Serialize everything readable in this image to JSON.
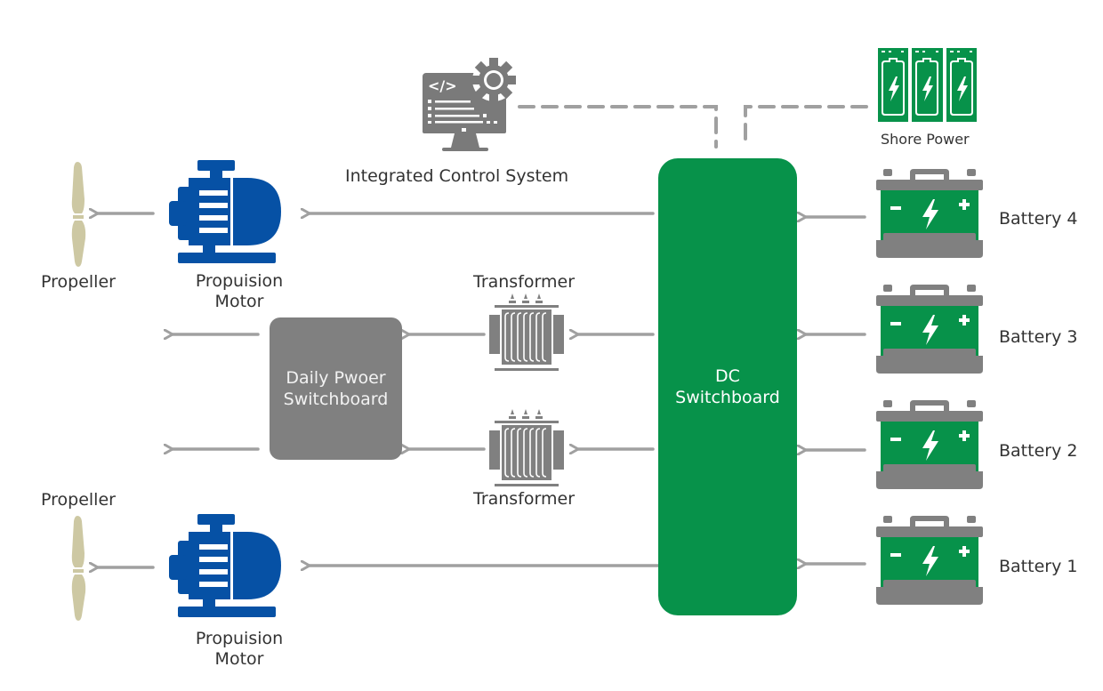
{
  "colors": {
    "dc_switchboard": "#07924a",
    "battery_green": "#07924a",
    "battery_gray": "#808080",
    "motor_blue": "#0651a5",
    "propeller": "#cdc8a3",
    "daily_switchboard": "#808080",
    "arrow": "#a0a0a0",
    "icon_gray": "#7a7a7a"
  },
  "labels": {
    "integrated_control_system": "Integrated Control System",
    "shore_power": "Shore Power",
    "propeller_top": "Propeller",
    "propeller_bottom": "Propeller",
    "motor_top": [
      "Propuision",
      "Motor"
    ],
    "motor_bottom": [
      "Propuision",
      "Motor"
    ],
    "transformer_top": "Transformer",
    "transformer_bottom": "Transformer",
    "daily_switchboard": [
      "Daily Pwoer",
      "Switchboard"
    ],
    "dc_switchboard": [
      "DC",
      "Switchboard"
    ]
  },
  "batteries": [
    {
      "label": "Battery 4"
    },
    {
      "label": "Battery 3"
    },
    {
      "label": "Battery 2"
    },
    {
      "label": "Battery 1"
    }
  ],
  "icons": {
    "control_system": "computer-gear-icon",
    "shore_power": "battery-bank-icon",
    "motor": "electric-motor-icon",
    "propeller": "propeller-icon",
    "transformer": "transformer-icon",
    "battery": "car-battery-icon"
  }
}
